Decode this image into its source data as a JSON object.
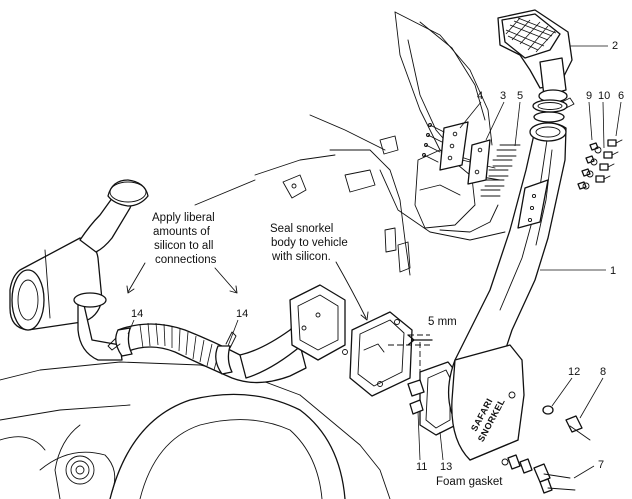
{
  "notes": {
    "apply_silicon": [
      "Apply liberal",
      "amounts of",
      "silicon to all",
      "connections"
    ],
    "seal_body": [
      "Seal snorkel",
      "body to vehicle",
      "with silicon."
    ],
    "gap": "5 mm",
    "foam_gasket": "Foam gasket"
  },
  "brand": [
    "SAFARI",
    "SNORKEL"
  ],
  "callouts": {
    "n1": "1",
    "n2": "2",
    "n3": "3",
    "n4": "4",
    "n5": "5",
    "n6": "6",
    "n7": "7",
    "n8": "8",
    "n9": "9",
    "n10": "10",
    "n11": "11",
    "n12": "12",
    "n13": "13",
    "n14a": "14",
    "n14b": "14"
  }
}
